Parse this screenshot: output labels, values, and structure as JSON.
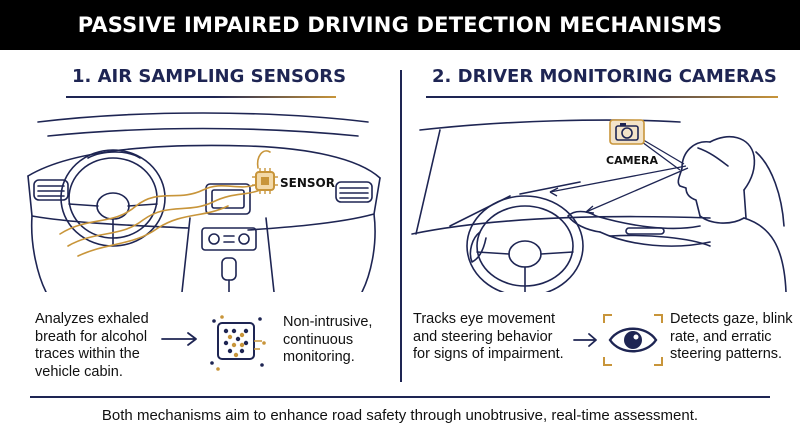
{
  "title": "PASSIVE IMPAIRED DRIVING DETECTION MECHANISMS",
  "left": {
    "heading": "1. AIR SAMPLING SENSORS",
    "sensor_label": "SENSOR",
    "description": "Analyzes exhaled breath for alcohol traces within the vehicle cabin.",
    "benefit": "Non-intrusive, continuous monitoring."
  },
  "right": {
    "heading": "2. DRIVER MONITORING CAMERAS",
    "camera_label": "CAMERA",
    "description": "Tracks eye movement and steering behavior for signs of impairment.",
    "benefit": "Detects gaze, blink rate, and erratic steering patterns."
  },
  "footer": "Both mechanisms aim to enhance road safety through unobtrusive, real-time assessment.",
  "colors": {
    "navy": "#1e2553",
    "gold": "#c8953a",
    "black": "#000000"
  },
  "icons": [
    "sensor-chip-icon",
    "molecule-grid-icon",
    "camera-icon",
    "eye-icon",
    "arrow-right-icon"
  ]
}
